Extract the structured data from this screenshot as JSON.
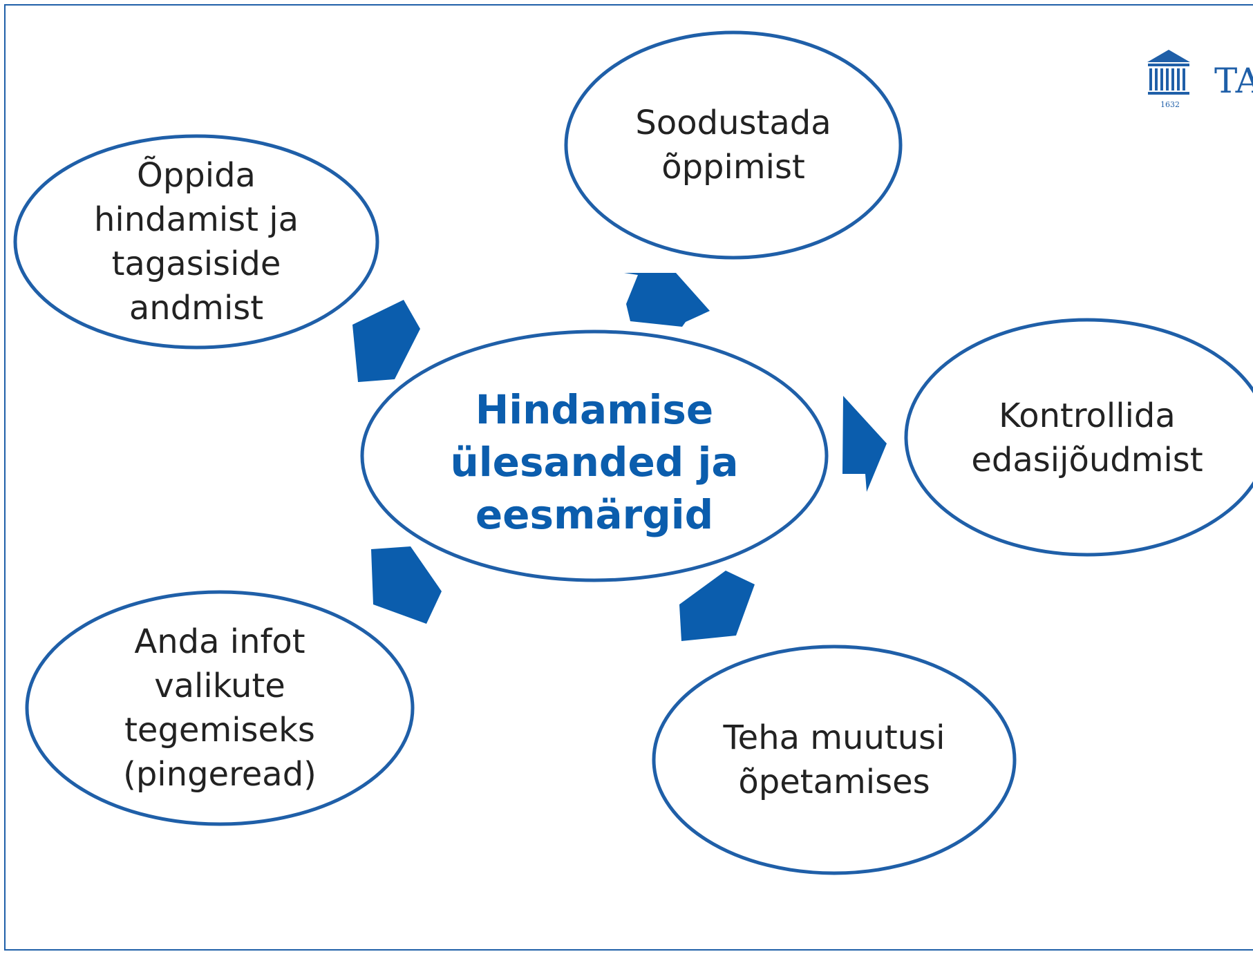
{
  "colors": {
    "accent": "#0b5dad",
    "outline": "#1f5fa8",
    "text": "#222222",
    "background": "#ffffff"
  },
  "logo": {
    "icon": "university-building-icon",
    "text": "TA",
    "year": "1632"
  },
  "center": {
    "label": "Hindamise\nülesanded ja\neesmärgid"
  },
  "nodes": {
    "learn_assessment": "Õppida\nhindamist ja\ntagasiside\nandmist",
    "promote_learning": "Soodustada\nõppimist",
    "check_progress": "Kontrollida\nedasijõudmist",
    "change_teaching": "Teha muutusi\nõpetamises",
    "inform_choices": "Anda infot\nvalikute\ntegemiseks\n(pingeread)"
  }
}
